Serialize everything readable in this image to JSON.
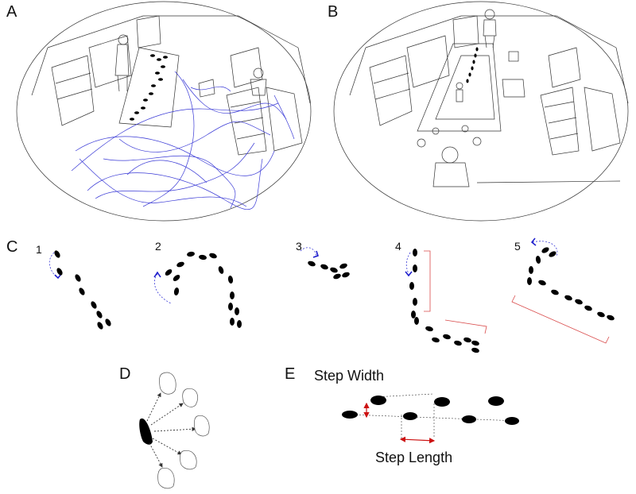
{
  "panels": {
    "a": "A",
    "b": "B",
    "c": "C",
    "d": "D",
    "e": "E"
  },
  "paths": [
    "1",
    "2",
    "3",
    "4",
    "5"
  ],
  "directions": {
    "forward_1": "f",
    "forward_2": "f",
    "side": "s",
    "back_1": "b",
    "back_2": "b"
  },
  "measures": {
    "step_width": "Step Width",
    "step_length": "Step Length"
  },
  "colors": {
    "trajectory": "#3a3ad6",
    "bracket": "#d94a4a",
    "arrow_red": "#cc1111",
    "foot": "#000000",
    "line": "#777777"
  }
}
